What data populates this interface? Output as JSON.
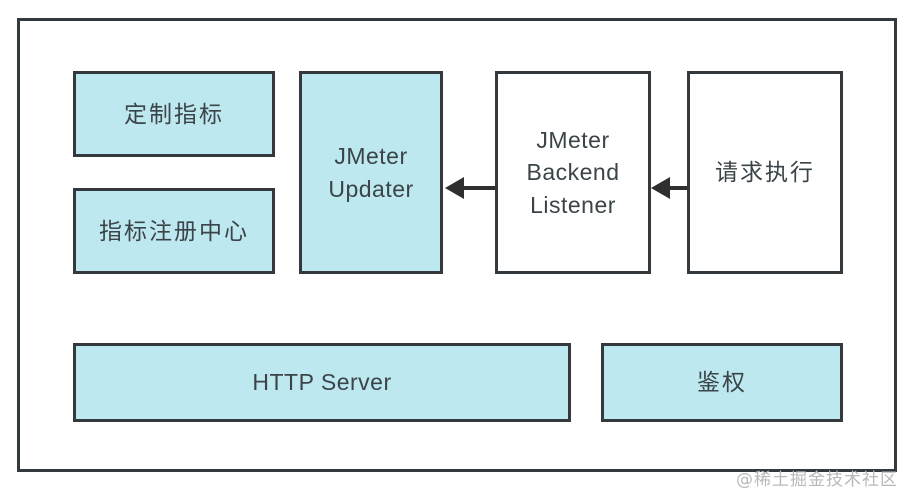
{
  "diagram": {
    "title": "JMeter metrics architecture diagram",
    "colors": {
      "box_fill": "#bee8ef",
      "box_fill_plain": "#ffffff",
      "stroke": "#33393c",
      "text": "#3b4448",
      "arrow": "#2f2f2f",
      "watermark": "#b9b9b9",
      "background": "#ffffff"
    },
    "nodes": [
      {
        "id": "custom-metrics",
        "label": "定制指标",
        "style": "filled"
      },
      {
        "id": "metrics-registry",
        "label": "指标注册中心",
        "style": "filled"
      },
      {
        "id": "jmeter-updater",
        "label": "JMeter\nUpdater",
        "style": "filled"
      },
      {
        "id": "jmeter-backend-listener",
        "label": "JMeter\nBackend\nListener",
        "style": "plain"
      },
      {
        "id": "request-execution",
        "label": "请求执行",
        "style": "plain"
      },
      {
        "id": "http-server",
        "label": "HTTP Server",
        "style": "filled"
      },
      {
        "id": "auth",
        "label": "鉴权",
        "style": "filled"
      }
    ],
    "edges": [
      {
        "id": "edge-listener-to-updater",
        "from": "jmeter-backend-listener",
        "to": "jmeter-updater",
        "direction": "left"
      },
      {
        "id": "edge-request-to-listener",
        "from": "request-execution",
        "to": "jmeter-backend-listener",
        "direction": "left"
      }
    ],
    "watermark": "@稀土掘金技术社区"
  }
}
